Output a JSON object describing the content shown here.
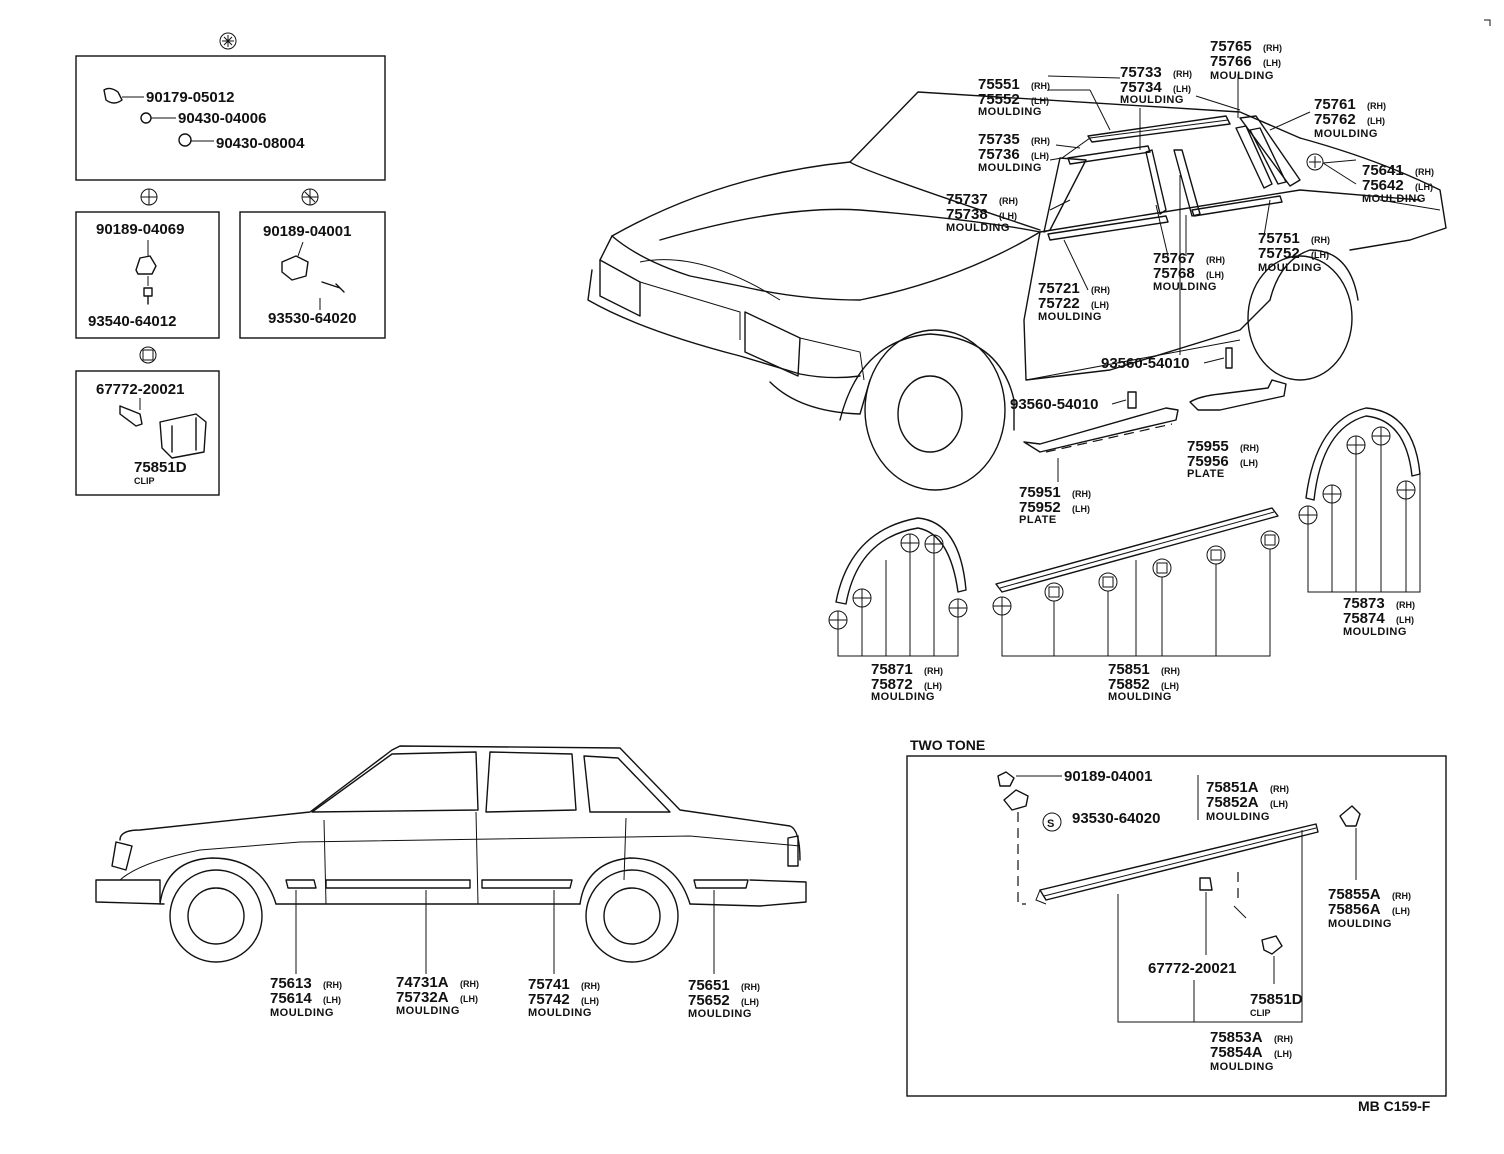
{
  "parts": {
    "p90179": "90179-05012",
    "p90430a": "90430-04006",
    "p90430b": "90430-08004",
    "p90189a": "90189-04069",
    "p93540": "93540-64012",
    "p90189b": "90189-04001",
    "p93530": "93530-64020",
    "p67772": "67772-20021",
    "p75851D": "75851D",
    "clip": "CLIP",
    "p75551": "75551",
    "p75552": "75552",
    "p75733": "75733",
    "p75734": "75734",
    "p75765": "75765",
    "p75766": "75766",
    "p75761": "75761",
    "p75762": "75762",
    "p75735": "75735",
    "p75736": "75736",
    "p75641": "75641",
    "p75642": "75642",
    "p75737": "75737",
    "p75738": "75738",
    "p75751": "75751",
    "p75752": "75752",
    "p75767": "75767",
    "p75768": "75768",
    "p75721": "75721",
    "p75722": "75722",
    "p93560a": "93560-54010",
    "p93560b": "93560-54010",
    "p75955": "75955",
    "p75956": "75956",
    "p75951": "75951",
    "p75952": "75952",
    "p75873": "75873",
    "p75874": "75874",
    "p75871": "75871",
    "p75872": "75872",
    "p75851": "75851",
    "p75852": "75852",
    "p75613": "75613",
    "p75614": "75614",
    "p74731A": "74731A",
    "p75732A": "75732A",
    "p75741": "75741",
    "p75742": "75742",
    "p75651": "75651",
    "p75652": "75652",
    "tt90189": "90189-04001",
    "tt93530": "93530-64020",
    "p75851A": "75851A",
    "p75852A": "75852A",
    "p75855A": "75855A",
    "p75856A": "75856A",
    "tt67772": "67772-20021",
    "tt75851D": "75851D",
    "p75853A": "75853A",
    "p75854A": "75854A"
  },
  "words": {
    "rh": "(RH)",
    "lh": "(LH)",
    "moulding": "MOULDING",
    "plate": "PLATE",
    "clip": "CLIP",
    "s_mark": "S",
    "two_tone": "TWO TONE"
  },
  "diagram_code": "MB C159-F"
}
